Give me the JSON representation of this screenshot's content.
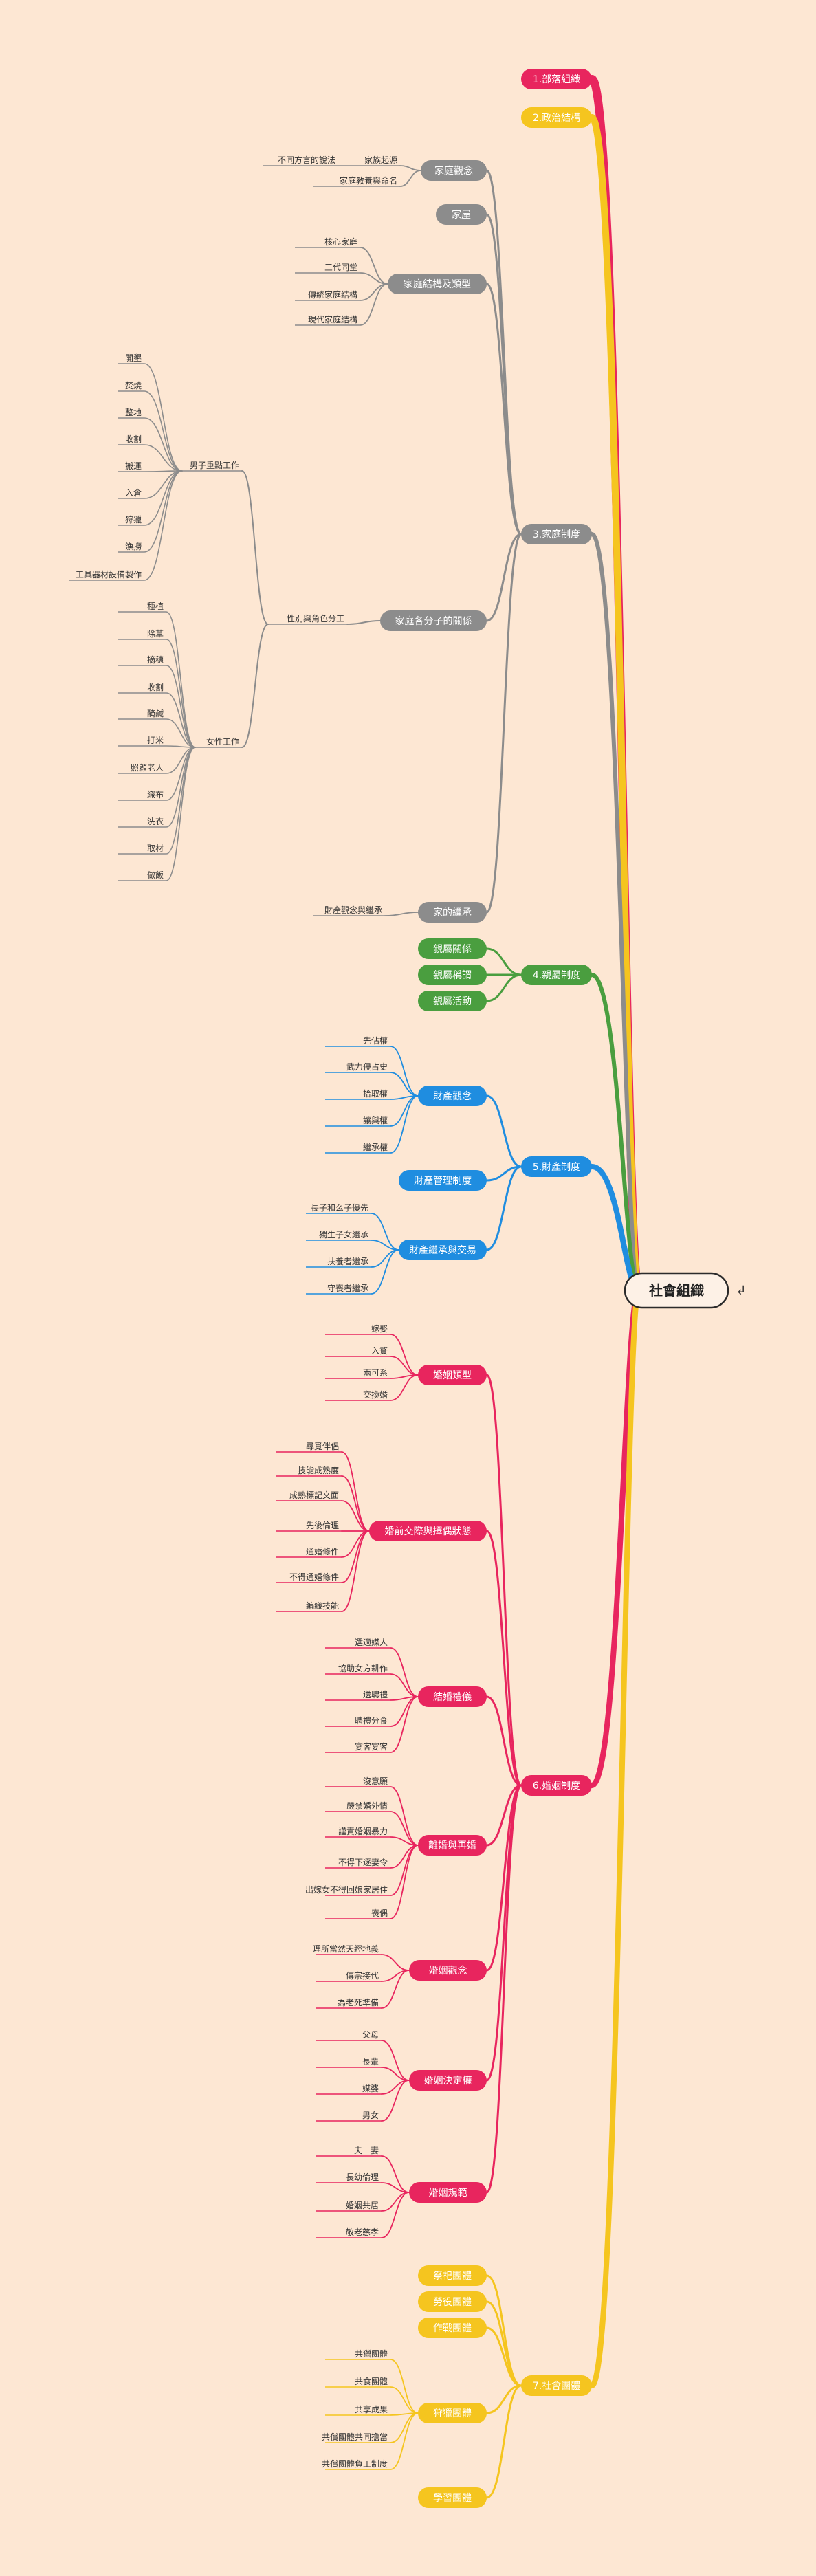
{
  "root": {
    "label": "社會組織",
    "collapse_icon": "collapse-arrow-icon"
  },
  "colors": {
    "bg": "#fde7d3",
    "red": "#e8255e",
    "yellow": "#f5c51f",
    "gray": "#8c8c8c",
    "green": "#4a9e3f",
    "blue": "#1f8de0"
  },
  "branches": [
    {
      "label": "1.部落組織",
      "color": "red",
      "children": []
    },
    {
      "label": "2.政治結構",
      "color": "yellow",
      "children": []
    },
    {
      "label": "3.家庭制度",
      "color": "gray",
      "children": [
        {
          "label": "家庭觀念",
          "children": [
            {
              "label": "家族起源",
              "children": [
                {
                  "label": "不同方言的說法"
                }
              ]
            },
            {
              "label": "家庭教養與命名"
            }
          ]
        },
        {
          "label": "家屋"
        },
        {
          "label": "家庭結構及類型",
          "children": [
            {
              "label": "核心家庭"
            },
            {
              "label": "三代同堂"
            },
            {
              "label": "傳統家庭結構"
            },
            {
              "label": "現代家庭結構"
            }
          ]
        },
        {
          "label": "家庭各分子的關係",
          "children": [
            {
              "label": "性別與角色分工",
              "children": [
                {
                  "label": "男子重點工作",
                  "children": [
                    {
                      "label": "開墾"
                    },
                    {
                      "label": "焚燒"
                    },
                    {
                      "label": "整地"
                    },
                    {
                      "label": "收割"
                    },
                    {
                      "label": "搬運"
                    },
                    {
                      "label": "入倉"
                    },
                    {
                      "label": "狩獵"
                    },
                    {
                      "label": "漁撈"
                    },
                    {
                      "label": "工具器材設備製作"
                    }
                  ]
                },
                {
                  "label": "女性工作",
                  "children": [
                    {
                      "label": "種植"
                    },
                    {
                      "label": "除草"
                    },
                    {
                      "label": "摘穗"
                    },
                    {
                      "label": "收割"
                    },
                    {
                      "label": "醃鹹"
                    },
                    {
                      "label": "打米"
                    },
                    {
                      "label": "照顧老人"
                    },
                    {
                      "label": "織布"
                    },
                    {
                      "label": "洗衣"
                    },
                    {
                      "label": "取材"
                    },
                    {
                      "label": "做飯"
                    }
                  ]
                }
              ]
            }
          ]
        },
        {
          "label": "家的繼承",
          "children": [
            {
              "label": "財產觀念與繼承"
            }
          ]
        }
      ]
    },
    {
      "label": "4.親屬制度",
      "color": "green",
      "children": [
        {
          "label": "親屬關係"
        },
        {
          "label": "親屬稱謂"
        },
        {
          "label": "親屬活動"
        }
      ]
    },
    {
      "label": "5.財產制度",
      "color": "blue",
      "children": [
        {
          "label": "財產觀念",
          "children": [
            {
              "label": "先佔權"
            },
            {
              "label": "武力侵占史"
            },
            {
              "label": "拾取權"
            },
            {
              "label": "讓與權"
            },
            {
              "label": "繼承權"
            }
          ]
        },
        {
          "label": "財產管理制度"
        },
        {
          "label": "財產繼承與交易",
          "children": [
            {
              "label": "長子和么子優先"
            },
            {
              "label": "獨生子女繼承"
            },
            {
              "label": "扶養者繼承"
            },
            {
              "label": "守喪者繼承"
            }
          ]
        }
      ]
    },
    {
      "label": "6.婚姻制度",
      "color": "red",
      "children": [
        {
          "label": "婚姻類型",
          "children": [
            {
              "label": "嫁娶"
            },
            {
              "label": "入贅"
            },
            {
              "label": "兩可系"
            },
            {
              "label": "交換婚"
            }
          ]
        },
        {
          "label": "婚前交際與擇偶狀態",
          "children": [
            {
              "label": "尋覓伴侶"
            },
            {
              "label": "技能成熟度"
            },
            {
              "label": "成熟標記文面"
            },
            {
              "label": "先後倫理"
            },
            {
              "label": "通婚條件"
            },
            {
              "label": "不得通婚條件"
            },
            {
              "label": "編織技能"
            }
          ]
        },
        {
          "label": "結婚禮儀",
          "children": [
            {
              "label": "選適媒人"
            },
            {
              "label": "協助女方耕作"
            },
            {
              "label": "送聘禮"
            },
            {
              "label": "聘禮分食"
            },
            {
              "label": "宴客宴客"
            }
          ]
        },
        {
          "label": "離婚與再婚",
          "children": [
            {
              "label": "沒意願"
            },
            {
              "label": "嚴禁婚外情"
            },
            {
              "label": "謹責婚姻暴力"
            },
            {
              "label": "不得下逐妻令"
            },
            {
              "label": "出嫁女不得回娘家居住"
            },
            {
              "label": "喪偶"
            }
          ]
        },
        {
          "label": "婚姻觀念",
          "children": [
            {
              "label": "理所當然天經地義"
            },
            {
              "label": "傳宗接代"
            },
            {
              "label": "為老死準備"
            }
          ]
        },
        {
          "label": "婚姻決定權",
          "children": [
            {
              "label": "父母"
            },
            {
              "label": "長輩"
            },
            {
              "label": "媒婆"
            },
            {
              "label": "男女"
            }
          ]
        },
        {
          "label": "婚姻規範",
          "children": [
            {
              "label": "一夫一妻"
            },
            {
              "label": "長幼倫理"
            },
            {
              "label": "婚姻共居"
            },
            {
              "label": "敬老慈孝"
            }
          ]
        }
      ]
    },
    {
      "label": "7.社會團體",
      "color": "yellow",
      "children": [
        {
          "label": "祭祀團體"
        },
        {
          "label": "勞役團體"
        },
        {
          "label": "作戰團體"
        },
        {
          "label": "狩獵團體",
          "children": [
            {
              "label": "共獵團體"
            },
            {
              "label": "共食團體"
            },
            {
              "label": "共享成果"
            },
            {
              "label": "共償團體共同擔當"
            },
            {
              "label": "共償團體負工制度"
            }
          ]
        },
        {
          "label": "學習團體"
        }
      ]
    }
  ]
}
